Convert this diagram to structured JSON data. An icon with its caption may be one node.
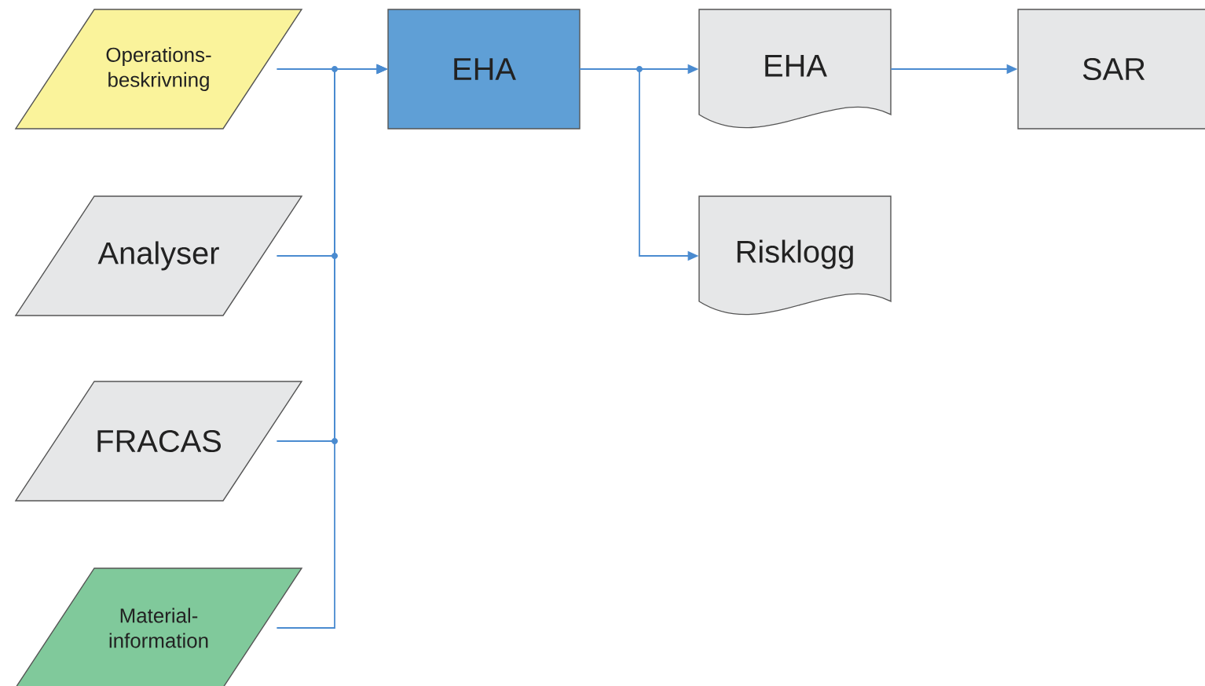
{
  "diagram": {
    "nodes": [
      {
        "text": [
          "Operations- beskrivning"
        ]
      },
      {
        "text": [
          "Analyser"
        ]
      },
      {
        "text": [
          "FRACAS"
        ]
      },
      {
        "text": [
          "Material- information"
        ]
      },
      {
        "text": [
          "EHA"
        ]
      },
      {
        "text": [
          "EHA"
        ]
      },
      {
        "text": [
          "Risklogg"
        ]
      },
      {
        "text": [
          "SAR"
        ]
      }
    ],
    "edges": [
      {
        "from": 0,
        "to": 4,
        "arrow": "to"
      },
      {
        "from": 1,
        "to": 4,
        "arrow": "to"
      },
      {
        "from": 2,
        "to": 4,
        "arrow": "to"
      },
      {
        "from": 3,
        "to": 4,
        "arrow": "to"
      },
      {
        "from": 4,
        "to": 5,
        "arrow": "to"
      },
      {
        "from": 4,
        "to": 6,
        "arrow": "to"
      },
      {
        "from": 5,
        "to": 7,
        "arrow": "to"
      }
    ]
  }
}
